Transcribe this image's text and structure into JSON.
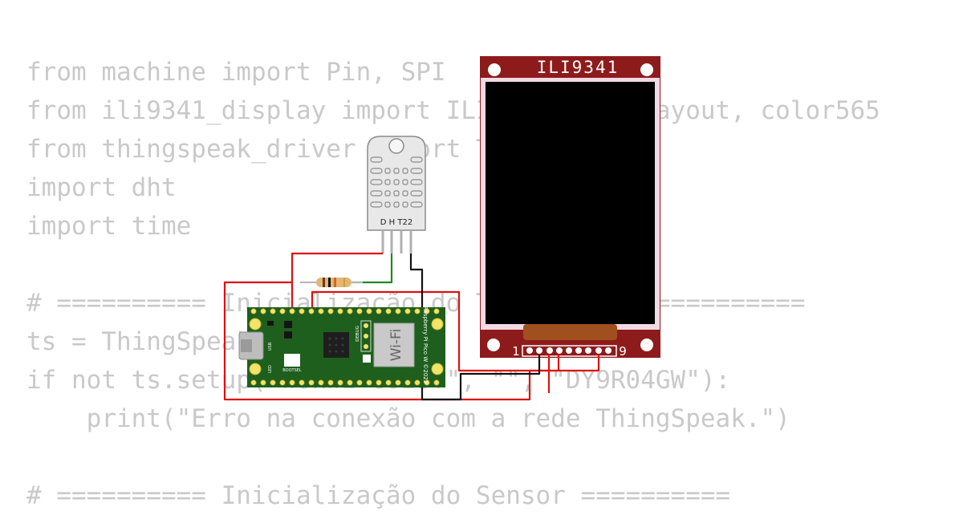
{
  "code_lines": [
    "from machine import Pin, SPI",
    "from ili9341_display import ILI9341, LineLayout, color565",
    "from thingspeak_driver import ThingSpeak",
    "import dht",
    "import time",
    "",
    "# ========== Inicialização do ThingSpeak ===========",
    "ts = ThingSpeak(",
    "if not ts.setup(\"Wokwi-GUEST\", \"\", \"DY9R04GW\"):",
    "    print(\"Erro na conexão com a rede ThingSpeak.\")",
    "",
    "# ========== Inicialização do Sensor =========="
  ],
  "components": {
    "display": {
      "label": "ILI9341",
      "pin_first": "1",
      "pin_last": "9"
    },
    "sensor": {
      "label": "D H T22"
    },
    "board": {
      "wifi_label": "Wi-Fi",
      "model_label": "Raspberry Pi Pico W ©2022",
      "debug_label": "DEBUG",
      "bootsel_label": "BOOTSEL",
      "usb_label": "USB",
      "led_label": "LED"
    }
  },
  "colors": {
    "code_text": "#c9c9c9",
    "display_frame": "#8e1b1b",
    "display_screen": "#000000",
    "board_green": "#1e5f1e",
    "wire_red": "#dd1111",
    "wire_black": "#111111",
    "wire_green": "#228822",
    "resistor_body": "#e3b577"
  }
}
